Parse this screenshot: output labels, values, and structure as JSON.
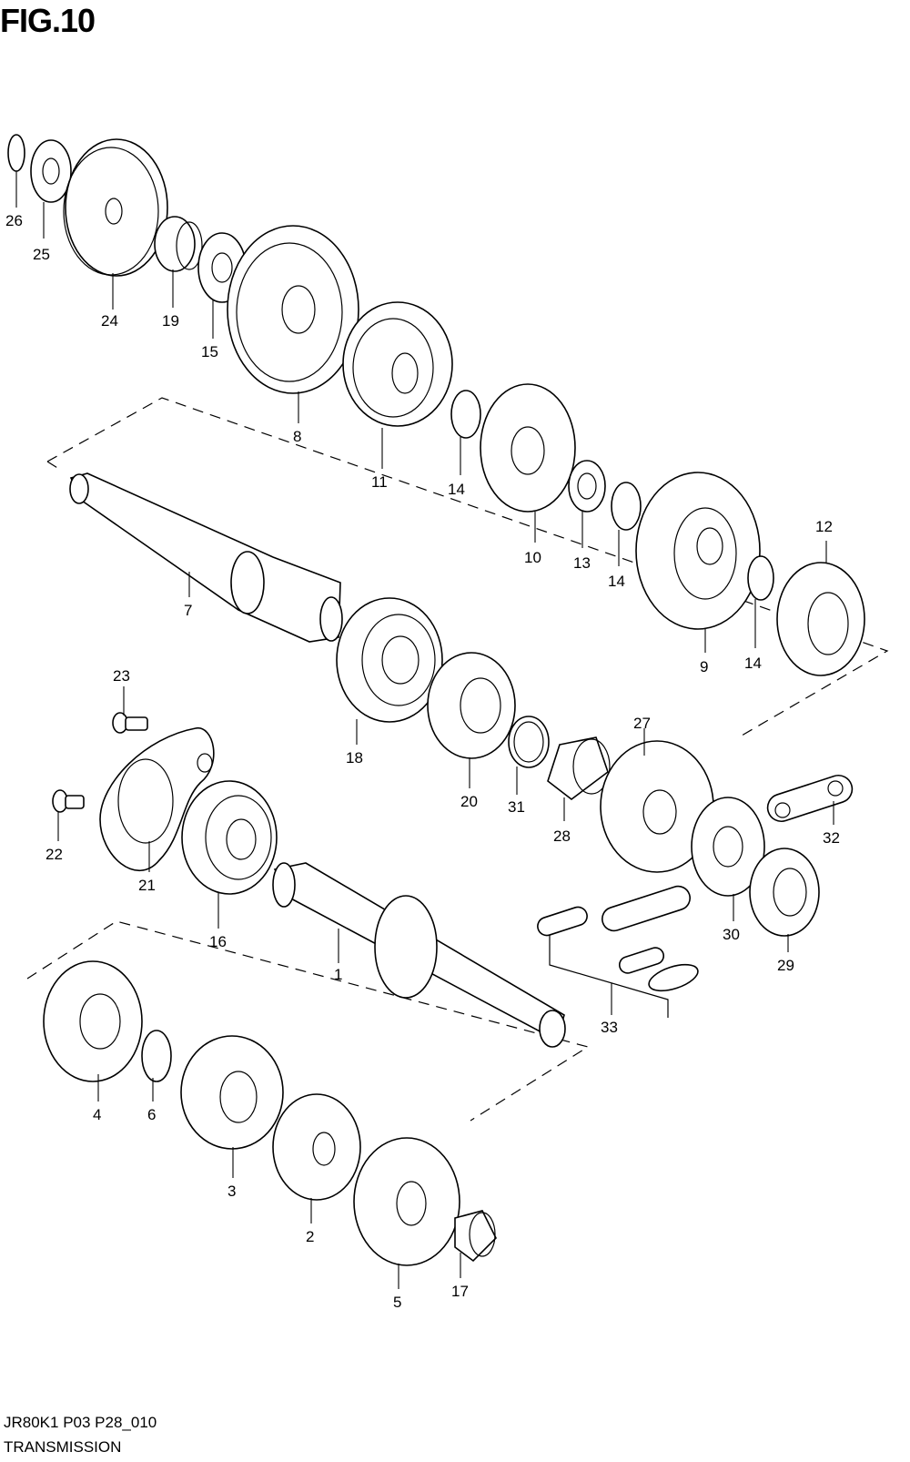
{
  "figure": {
    "title": "FIG.10",
    "code": "JR80K1 P03 P28_010",
    "subtitle": "TRANSMISSION"
  },
  "callouts": [
    "1",
    "2",
    "3",
    "4",
    "5",
    "6",
    "7",
    "8",
    "9",
    "10",
    "11",
    "12",
    "13",
    "14",
    "15",
    "16",
    "17",
    "18",
    "19",
    "20",
    "21",
    "22",
    "23",
    "24",
    "25",
    "26",
    "27",
    "28",
    "29",
    "30",
    "31",
    "32",
    "33"
  ]
}
